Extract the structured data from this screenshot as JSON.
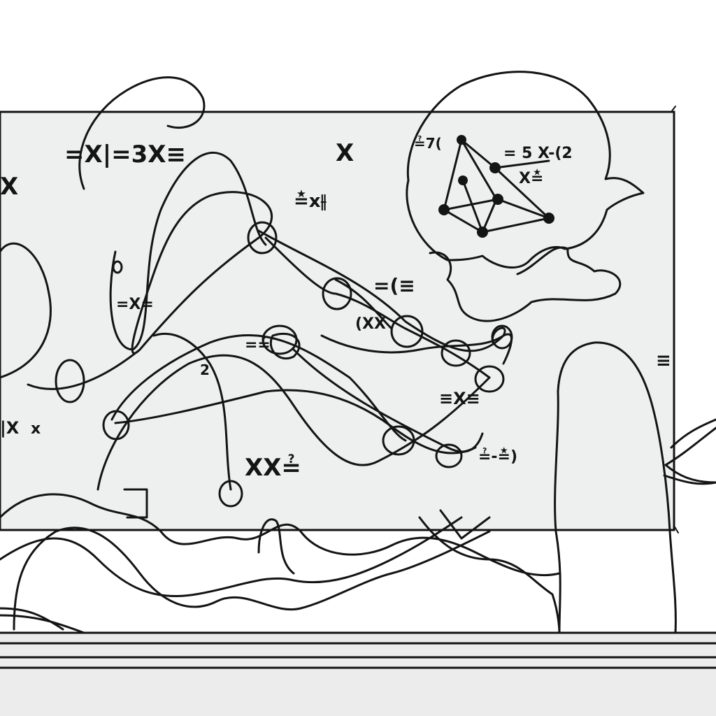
{
  "palette": {
    "background": "#ffffff",
    "board": "#eeefef",
    "floor": "#ececec",
    "ink": "#141414"
  },
  "board_writing": [
    "=X|=3X≡",
    "X",
    "X",
    "≛x⫲",
    "≟7(",
    "= 5 X-(2",
    "X≛",
    "=(≡",
    "(XX",
    "≡X≡",
    "=X=",
    "XX≟",
    "|X",
    "≟-≛)",
    "≡",
    "=≟",
    "2",
    "x"
  ],
  "icons": {
    "writing": "handwritten-math-scribble",
    "network": "node-graph-doodle",
    "person": "student-silhouette-outline"
  }
}
